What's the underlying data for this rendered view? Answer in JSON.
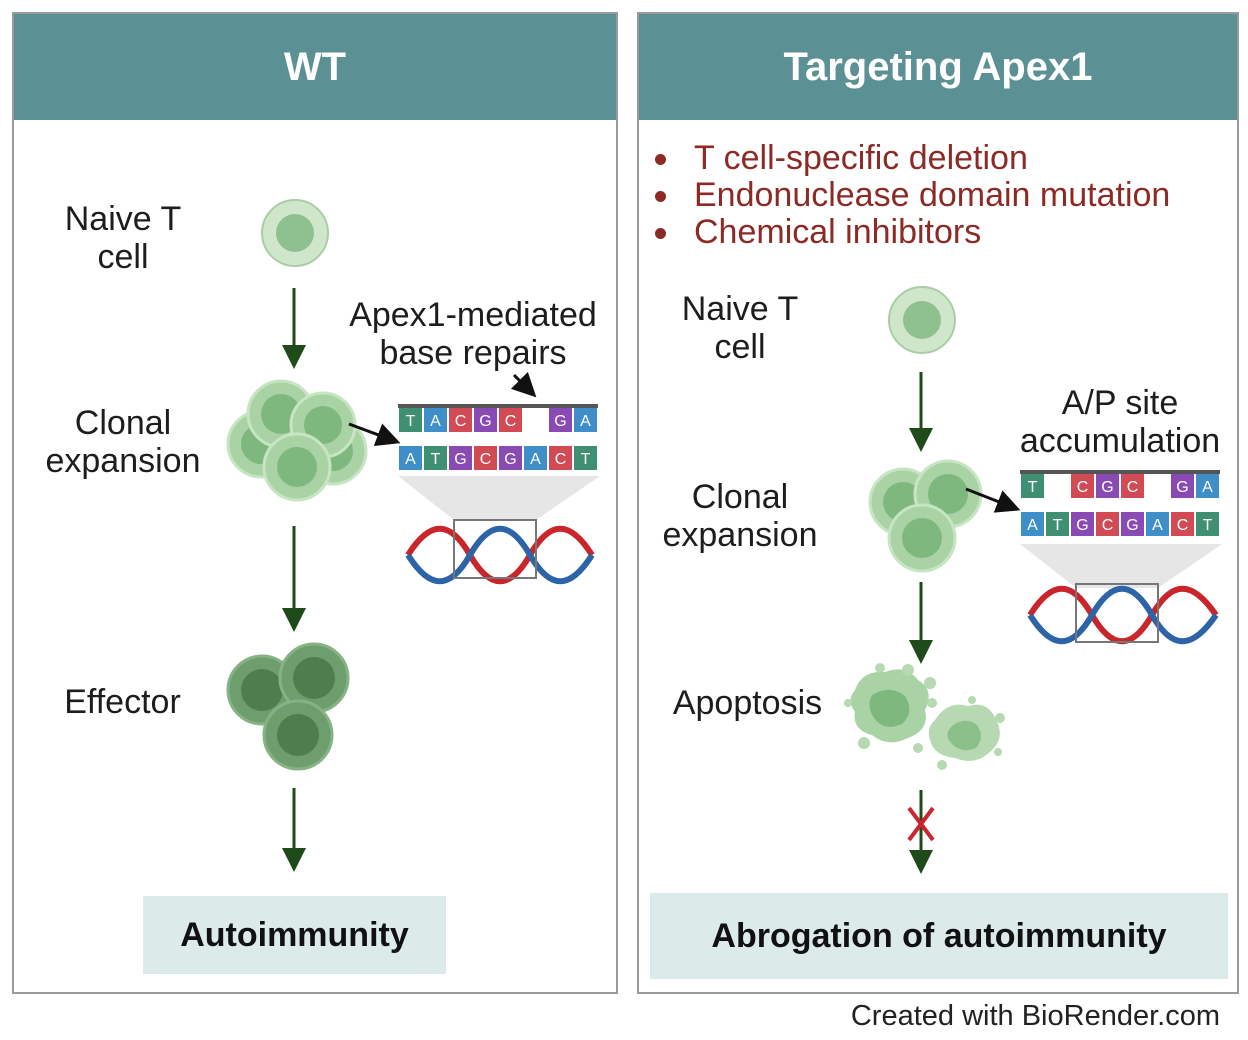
{
  "wt": {
    "title": "WT",
    "naive_label": "Naive T\ncell",
    "clonal_label": "Clonal\nexpansion",
    "effector_label": "Effector",
    "repair_label": "Apex1-mediated\nbase repairs",
    "top_strand": [
      "T",
      "A",
      "C",
      "G",
      "C",
      "",
      "G",
      "A"
    ],
    "bottom_strand": [
      "A",
      "T",
      "G",
      "C",
      "G",
      "A",
      "C",
      "T"
    ],
    "outcome": "Autoimmunity"
  },
  "apex": {
    "title": "Targeting Apex1",
    "bullets": [
      "T cell-specific deletion",
      "Endonuclease domain mutation",
      "Chemical inhibitors"
    ],
    "naive_label": "Naive T\ncell",
    "clonal_label": "Clonal\nexpansion",
    "ap_label": "A/P site\naccumulation",
    "apoptosis_label": "Apoptosis",
    "top_strand": [
      "T",
      "",
      "C",
      "G",
      "C",
      "",
      "G",
      "A"
    ],
    "bottom_strand": [
      "A",
      "T",
      "G",
      "C",
      "G",
      "A",
      "C",
      "T"
    ],
    "outcome": "Abrogation of autoimmunity"
  },
  "credit": "Created with BioRender.com",
  "colors": {
    "header": "#5b9194",
    "outcome_bg": "#dcebea",
    "bullet_text": "#8c2a25",
    "arrow": "#1f4a1a",
    "base_T": "#3f8f73",
    "base_A": "#3d8ec9",
    "base_C": "#d24a54",
    "base_G": "#8a4ab3",
    "dna_red": "#c9252b",
    "dna_blue": "#2d64a8"
  }
}
